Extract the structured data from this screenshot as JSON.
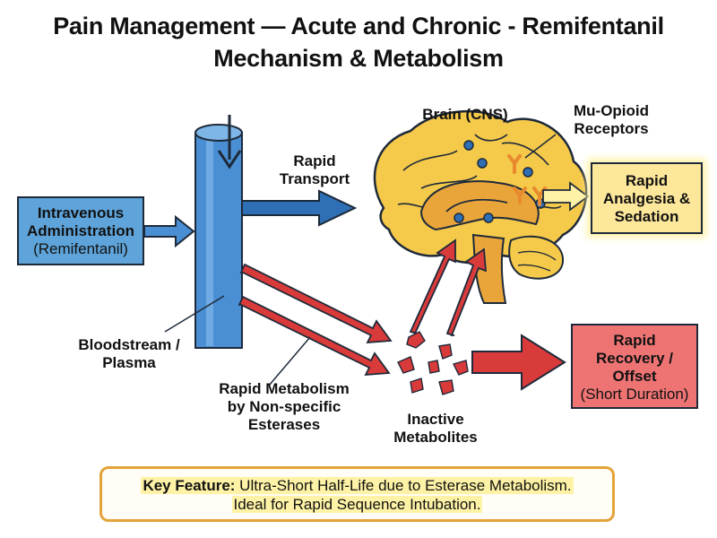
{
  "title": {
    "line1": "Pain Management — Acute and Chronic - Remifentanil",
    "line2": "Mechanism & Metabolism"
  },
  "labels": {
    "brain": "Brain (CNS)",
    "receptors": [
      "Mu-Opioid",
      "Receptors"
    ],
    "transport": [
      "Rapid",
      "Transport"
    ],
    "bloodstream": [
      "Bloodstream /",
      "Plasma"
    ],
    "metabolism": [
      "Rapid Metabolism",
      "by Non-specific",
      "Esterases"
    ],
    "metabolites": [
      "Inactive",
      "Metabolites"
    ]
  },
  "boxes": {
    "iv": {
      "bold": [
        "Intravenous",
        "Administration"
      ],
      "normal": "(Remifentanil)"
    },
    "analgesia": {
      "bold": [
        "Rapid",
        "Analgesia &",
        "Sedation"
      ]
    },
    "recovery": {
      "bold": [
        "Rapid",
        "Recovery /",
        "Offset"
      ],
      "normal": "(Short Duration)"
    }
  },
  "key_feature": {
    "label": "Key Feature:",
    "line1": "Ultra-Short Half-Life due to Esterase Metabolism.",
    "line2": "Ideal for Rapid Sequence Intubation."
  },
  "colors": {
    "blue": "#4a8fd4",
    "blue_dark": "#2e6fb5",
    "red": "#d93a3a",
    "brain_yellow": "#f5c94a",
    "brain_inner": "#e9a53a",
    "orange": "#e98a2e",
    "yellow_box": "#fde79a",
    "red_box": "#ee7474",
    "key_border": "#e3a339"
  }
}
